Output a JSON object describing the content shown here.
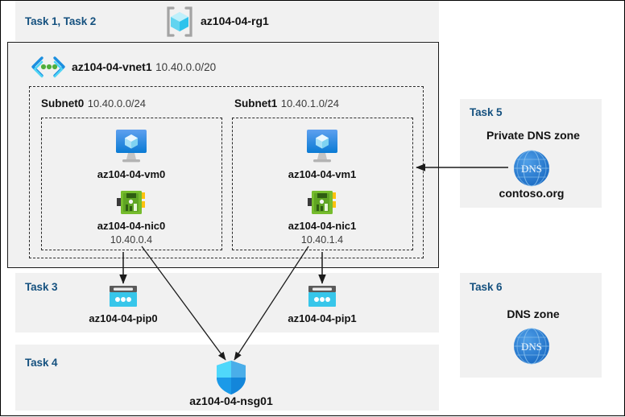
{
  "header": {
    "task_label": "Task 1, Task 2",
    "resource_group_icon": "resource-group-icon",
    "resource_group_name": "az104-04-rg1"
  },
  "vnet": {
    "icon": "virtual-network-icon",
    "name": "az104-04-vnet1",
    "address_space": "10.40.0.0/20",
    "subnets": [
      {
        "name": "Subnet0",
        "cidr": "10.40.0.0/24",
        "vm": {
          "icon": "virtual-machine-icon",
          "name": "az104-04-vm0"
        },
        "nic": {
          "icon": "network-interface-icon",
          "name": "az104-04-nic0",
          "ip": "10.40.0.4"
        }
      },
      {
        "name": "Subnet1",
        "cidr": "10.40.1.0/24",
        "vm": {
          "icon": "virtual-machine-icon",
          "name": "az104-04-vm1"
        },
        "nic": {
          "icon": "network-interface-icon",
          "name": "az104-04-nic1",
          "ip": "10.40.1.4"
        }
      }
    ]
  },
  "task3": {
    "task_label": "Task 3",
    "pip0": {
      "icon": "public-ip-address-icon",
      "name": "az104-04-pip0"
    },
    "pip1": {
      "icon": "public-ip-address-icon",
      "name": "az104-04-pip1"
    }
  },
  "task4": {
    "task_label": "Task 4",
    "nsg": {
      "icon": "network-security-group-icon",
      "name": "az104-04-nsg01"
    }
  },
  "task5": {
    "task_label": "Task 5",
    "title": "Private DNS zone",
    "icon": "dns-zone-icon",
    "zone_name": "contoso.org"
  },
  "task6": {
    "task_label": "Task 6",
    "title": "DNS zone",
    "icon": "dns-zone-icon"
  },
  "colors": {
    "task_label": "#15517f",
    "panel_bg": "#f1f1f1",
    "azure_blue": "#0078d4",
    "cyan": "#32c8f0",
    "nic_green": "#6bb02b",
    "dns_blue": "#2b7cd3"
  }
}
